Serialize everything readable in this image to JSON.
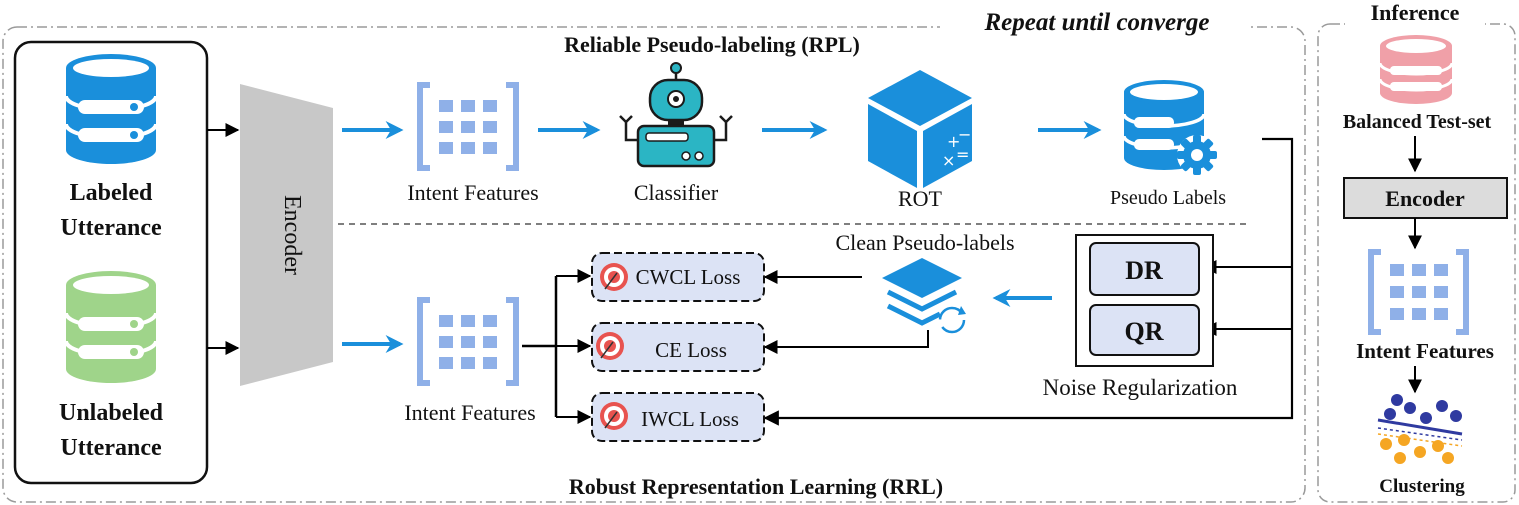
{
  "header": {
    "repeat_note": "Repeat until converge",
    "inference_title": "Inference"
  },
  "rpl": {
    "title": "Reliable Pseudo-labeling (RPL)",
    "intent_features_label": "Intent Features",
    "classifier_label": "Classifier",
    "rot_label": "ROT",
    "pseudo_labels_label": "Pseudo Labels"
  },
  "inputs": {
    "labeled_line1": "Labeled",
    "labeled_line2": "Utterance",
    "unlabeled_line1": "Unlabeled",
    "unlabeled_line2": "Utterance"
  },
  "encoder": {
    "label": "Encoder"
  },
  "rrl": {
    "title": "Robust Representation Learning (RRL)",
    "intent_features_label": "Intent Features",
    "clean_pseudo_labels": "Clean Pseudo-labels",
    "losses": [
      "CWCL Loss",
      "CE Loss",
      "IWCL Loss"
    ]
  },
  "noise": {
    "label": "Noise Regularization",
    "dr": "DR",
    "qr": "QR"
  },
  "inference": {
    "test_set_label": "Balanced Test-set",
    "encoder_label": "Encoder",
    "intent_features_label": "Intent Features",
    "clustering_label": "Clustering"
  },
  "colors": {
    "blue": "#1a8fdb",
    "light_blue": "#8fb0e8",
    "green": "#9fd48a",
    "pink": "#f0a0a8",
    "loss_box": "#dce3f5",
    "encoder_gray": "#c8c8c8",
    "teal": "#2bb5c4",
    "orange": "#f5a623",
    "navy": "#2f3aa0"
  }
}
